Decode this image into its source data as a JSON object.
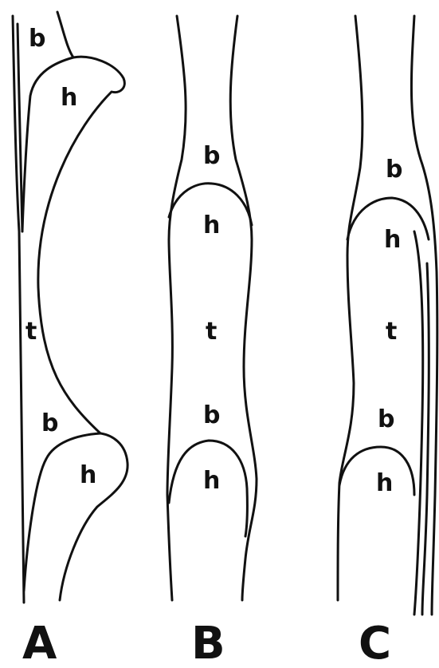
{
  "panels": [
    {
      "id": "A",
      "label": "A",
      "parts": {
        "b1": "b",
        "h1": "h",
        "t": "t",
        "b2": "b",
        "h2": "h"
      }
    },
    {
      "id": "B",
      "label": "B",
      "parts": {
        "b1": "b",
        "h1": "h",
        "t": "t",
        "b2": "b",
        "h2": "h"
      }
    },
    {
      "id": "C",
      "label": "C",
      "parts": {
        "b1": "b",
        "h1": "h",
        "t": "t",
        "b2": "b",
        "h2": "h"
      }
    }
  ],
  "colors": {
    "ink": "#111111",
    "background": "#ffffff"
  }
}
